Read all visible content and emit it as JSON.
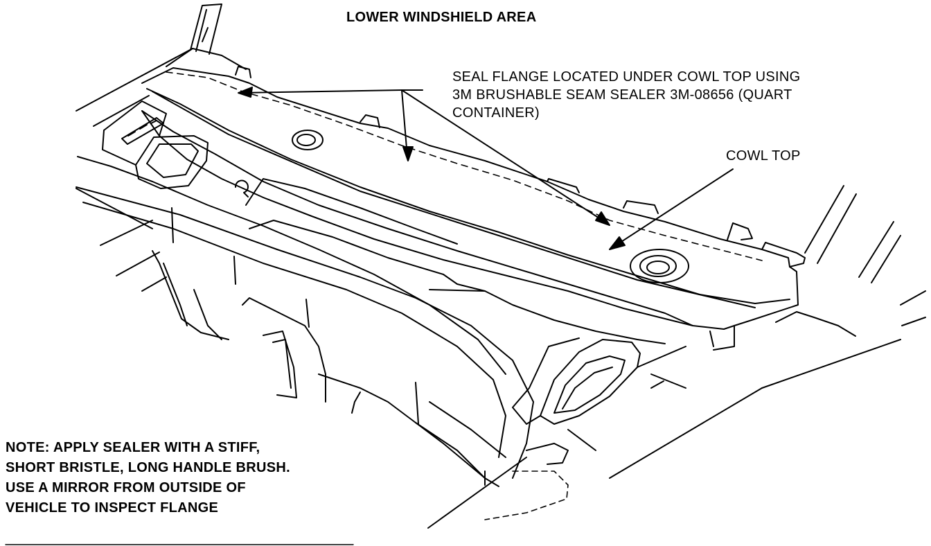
{
  "title": "LOWER WINDSHIELD AREA",
  "callouts": {
    "seal_flange": "SEAL FLANGE LOCATED UNDER COWL TOP USING\n3M BRUSHABLE SEAM SEALER 3M-08656 (QUART\nCONTAINER)",
    "cowl_top": "COWL TOP"
  },
  "note": "NOTE: APPLY SEALER WITH A STIFF,\nSHORT BRISTLE, LONG HANDLE BRUSH.\nUSE A MIRROR FROM OUTSIDE OF\nVEHICLE TO INSPECT FLANGE"
}
